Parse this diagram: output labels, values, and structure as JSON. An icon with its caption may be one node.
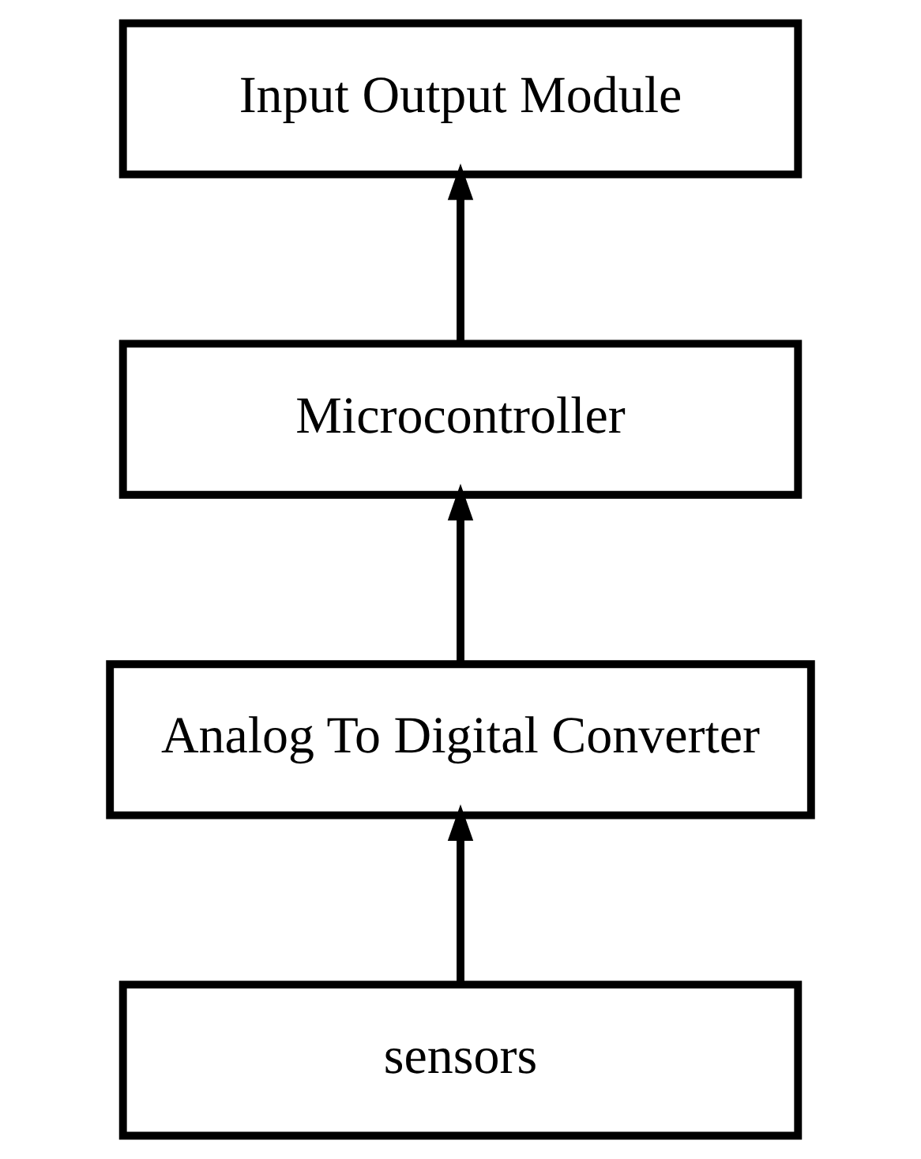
{
  "diagram": {
    "nodes": [
      {
        "text": [
          "Input Output Module"
        ]
      },
      {
        "text": [
          "Microcontroller"
        ]
      },
      {
        "text": [
          "Analog To Digital Converter"
        ]
      },
      {
        "text": [
          "sensors"
        ]
      }
    ],
    "edges": [
      {
        "from": 3,
        "to": 2,
        "arrow": "to"
      },
      {
        "from": 2,
        "to": 1,
        "arrow": "to"
      },
      {
        "from": 1,
        "to": 0,
        "arrow": "to"
      }
    ]
  }
}
